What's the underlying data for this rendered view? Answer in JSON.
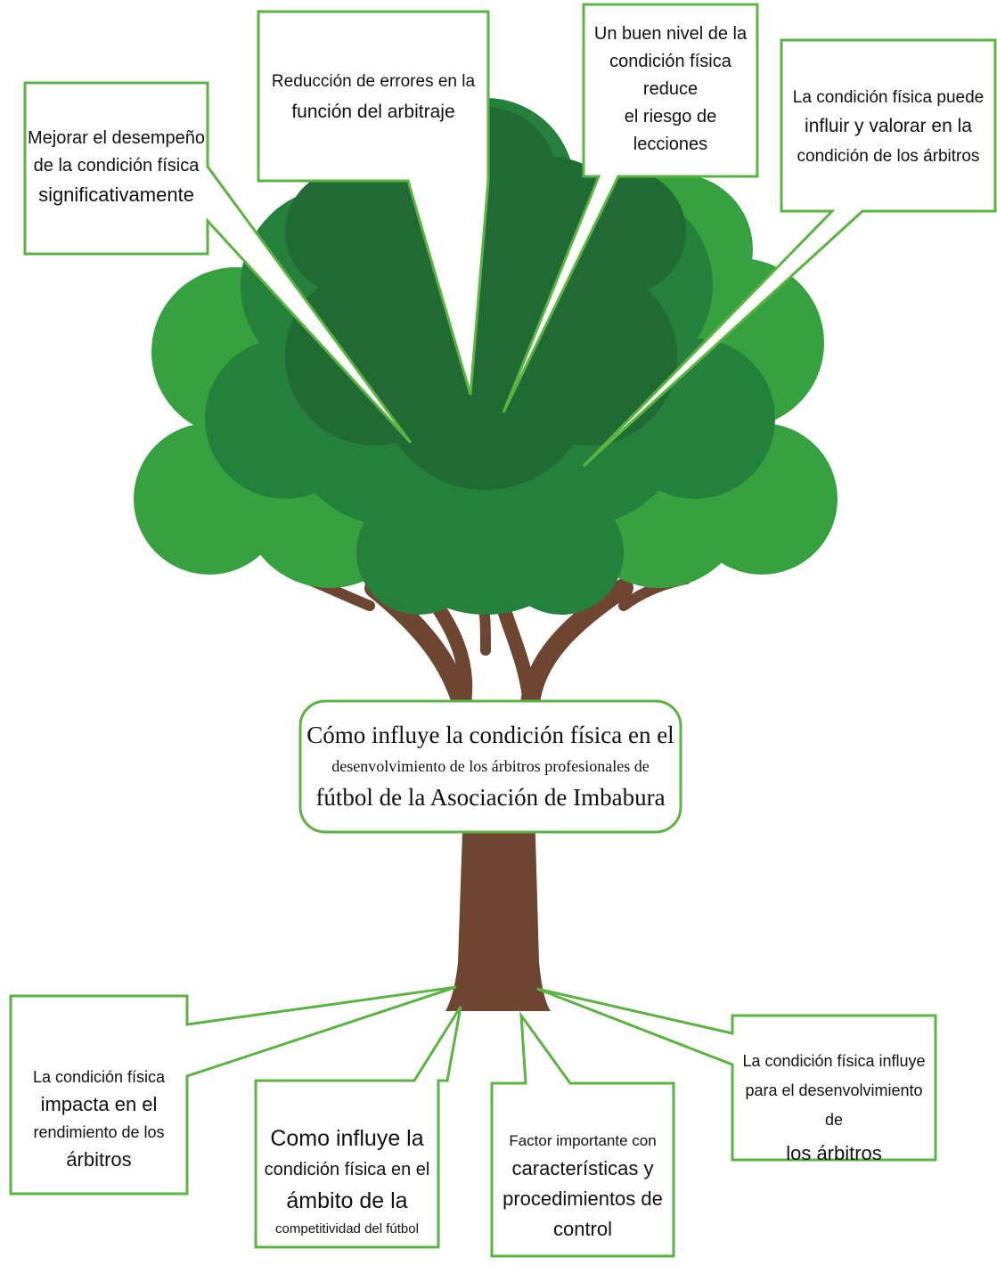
{
  "central_topic": {
    "line1": "Cómo influye la condición física en el",
    "line2": "desenvolvimiento de los árbitros profesionales de",
    "line3": "fútbol de la Asociación de Imbabura"
  },
  "top_callouts": [
    {
      "lines": [
        "Mejorar el desempeño",
        "de la condición física",
        "significativamente"
      ]
    },
    {
      "lines": [
        "Reducción de errores en la",
        "función del arbitraje"
      ]
    },
    {
      "lines": [
        "Un buen nivel de la",
        "condición física reduce",
        "el riesgo de lecciones"
      ]
    },
    {
      "lines": [
        "La condición física puede",
        "influir y valorar en la",
        "condición de los árbitros"
      ]
    }
  ],
  "bottom_callouts": [
    {
      "lines": [
        "La condición física",
        "impacta en el",
        "rendimiento de los",
        "árbitros"
      ]
    },
    {
      "lines": [
        "Como influye la",
        "condición física en el",
        "ámbito de la",
        "competitividad del fútbol"
      ]
    },
    {
      "lines": [
        "Factor importante con",
        "características y",
        "procedimientos de",
        "control"
      ]
    },
    {
      "lines": [
        "La condición física influye",
        "para el desenvolvimiento de",
        "los árbitros"
      ]
    }
  ],
  "colors": {
    "callout_border": "#5bb441",
    "foliage_dark": "#1f6b33",
    "foliage_mid": "#24803a",
    "foliage_light": "#35a23f",
    "trunk": "#6e4530",
    "branches": "#6e4530"
  }
}
